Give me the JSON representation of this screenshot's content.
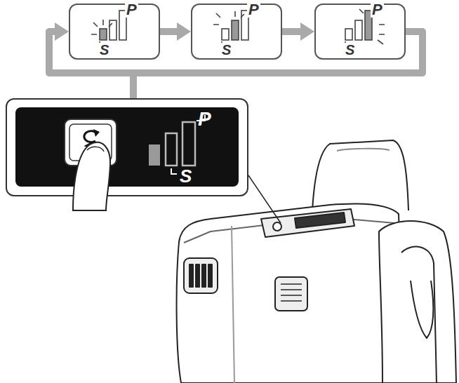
{
  "diagram": {
    "nodes": [
      {
        "text": [
          "P",
          "S"
        ]
      },
      {
        "text": [
          "P",
          "S"
        ]
      },
      {
        "text": [
          "P",
          "S"
        ]
      },
      {
        "text": [
          "P",
          "S"
        ]
      }
    ],
    "edges": [
      {
        "from": 0,
        "to": 1,
        "arrow": "to"
      },
      {
        "from": 1,
        "to": 2,
        "arrow": "to"
      },
      {
        "from": 2,
        "to": 0,
        "arrow": "to"
      }
    ]
  }
}
